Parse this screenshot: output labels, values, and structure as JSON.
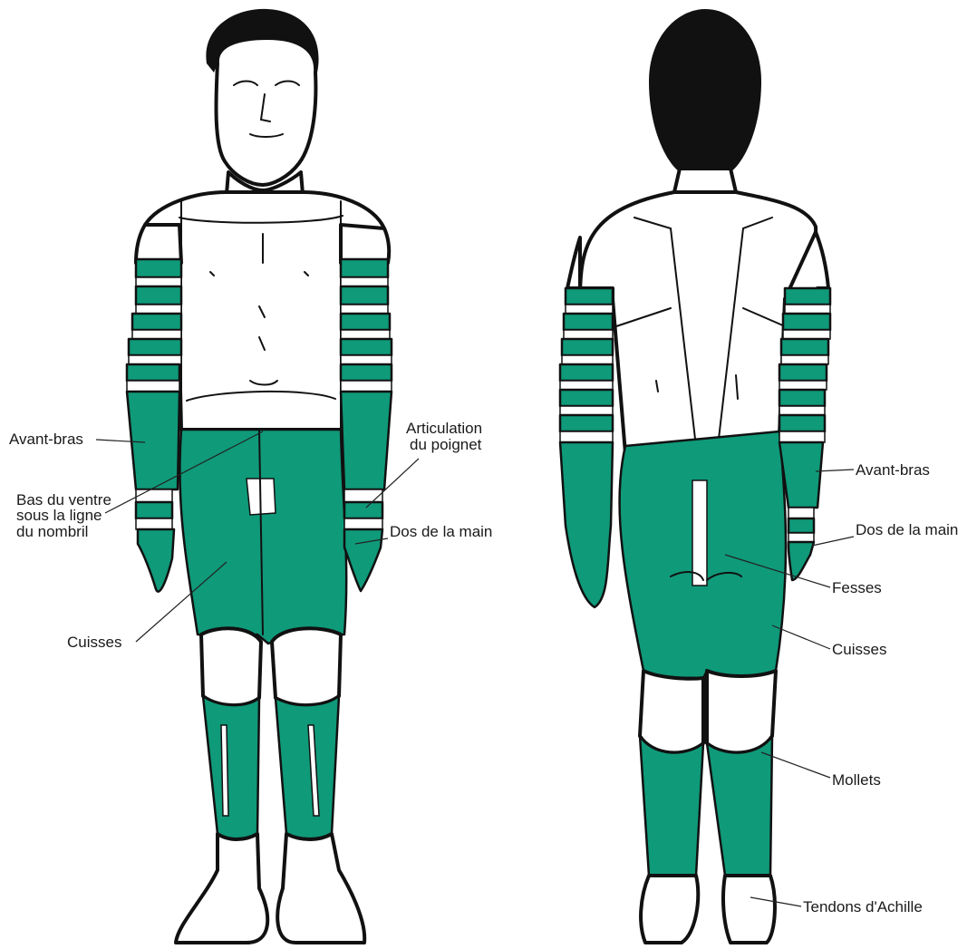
{
  "colors": {
    "zone": "#0f9a7a",
    "outline": "#111111",
    "skin": "#ffffff",
    "background": "#ffffff"
  },
  "front_labels": {
    "forearm": "Avant-bras",
    "lower_belly_1": "Bas du ventre",
    "lower_belly_2": "sous la ligne",
    "lower_belly_3": "du nombril",
    "wrist_1": "Articulation",
    "wrist_2": "du poignet",
    "back_of_hand": "Dos de la main",
    "thighs": "Cuisses"
  },
  "back_labels": {
    "forearm": "Avant-bras",
    "back_of_hand": "Dos de la main",
    "buttocks": "Fesses",
    "thighs": "Cuisses",
    "calves": "Mollets",
    "achilles": "Tendons d'Achille"
  }
}
